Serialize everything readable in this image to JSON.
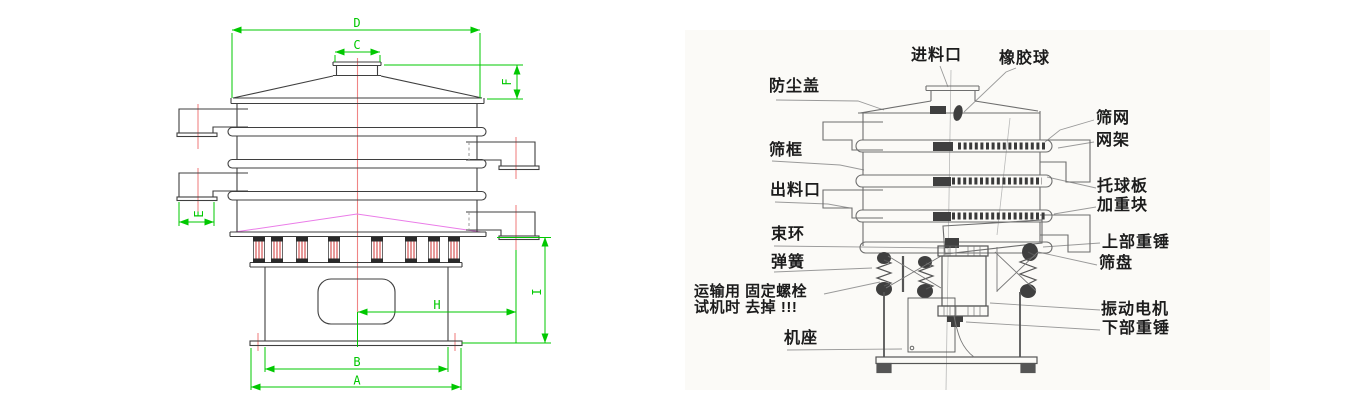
{
  "page": {
    "background": "#ffffff",
    "kind": "vibrating-sieve technical diagram, left dimensional CAD view + right labeled parts view"
  },
  "left_drawing": {
    "kind": "dimension-drawing",
    "dims": {
      "d": "D",
      "c": "C",
      "f": "F",
      "e": "E",
      "h": "H",
      "i": "I",
      "b": "B",
      "a": "A"
    },
    "colors": {
      "dimension_lines": "#00c800",
      "centerlines": "#f08585",
      "outlines": "#3f3f3f",
      "hidden_deck_lines": "#ea7ce8",
      "spring_red": "#cf3333"
    }
  },
  "right_drawing": {
    "kind": "labeled-parts-diagram",
    "labels": {
      "feed_inlet": "进料口",
      "rubber_ball": "橡胶球",
      "dust_cover": "防尘盖",
      "sieve_frame": "筛框",
      "discharge_outlet": "出料口",
      "clamp_ring": "束环",
      "spring": "弹簧",
      "transport_bolt_line1": "运输用 固定螺栓",
      "transport_bolt_line2": "试机时 去掉 !!!",
      "machine_base": "机座",
      "screen_mesh": "筛网",
      "mesh_frame": "网架",
      "ball_tray": "托球板",
      "weight_block": "加重块",
      "upper_weight": "上部重锤",
      "sieve_pan": "筛盘",
      "vibration_motor": "振动电机",
      "lower_weight": "下部重锤"
    },
    "colors": {
      "lines": "#6e6e6e",
      "text": "#1c1c1c",
      "leaders": "#9a9a9a"
    }
  }
}
